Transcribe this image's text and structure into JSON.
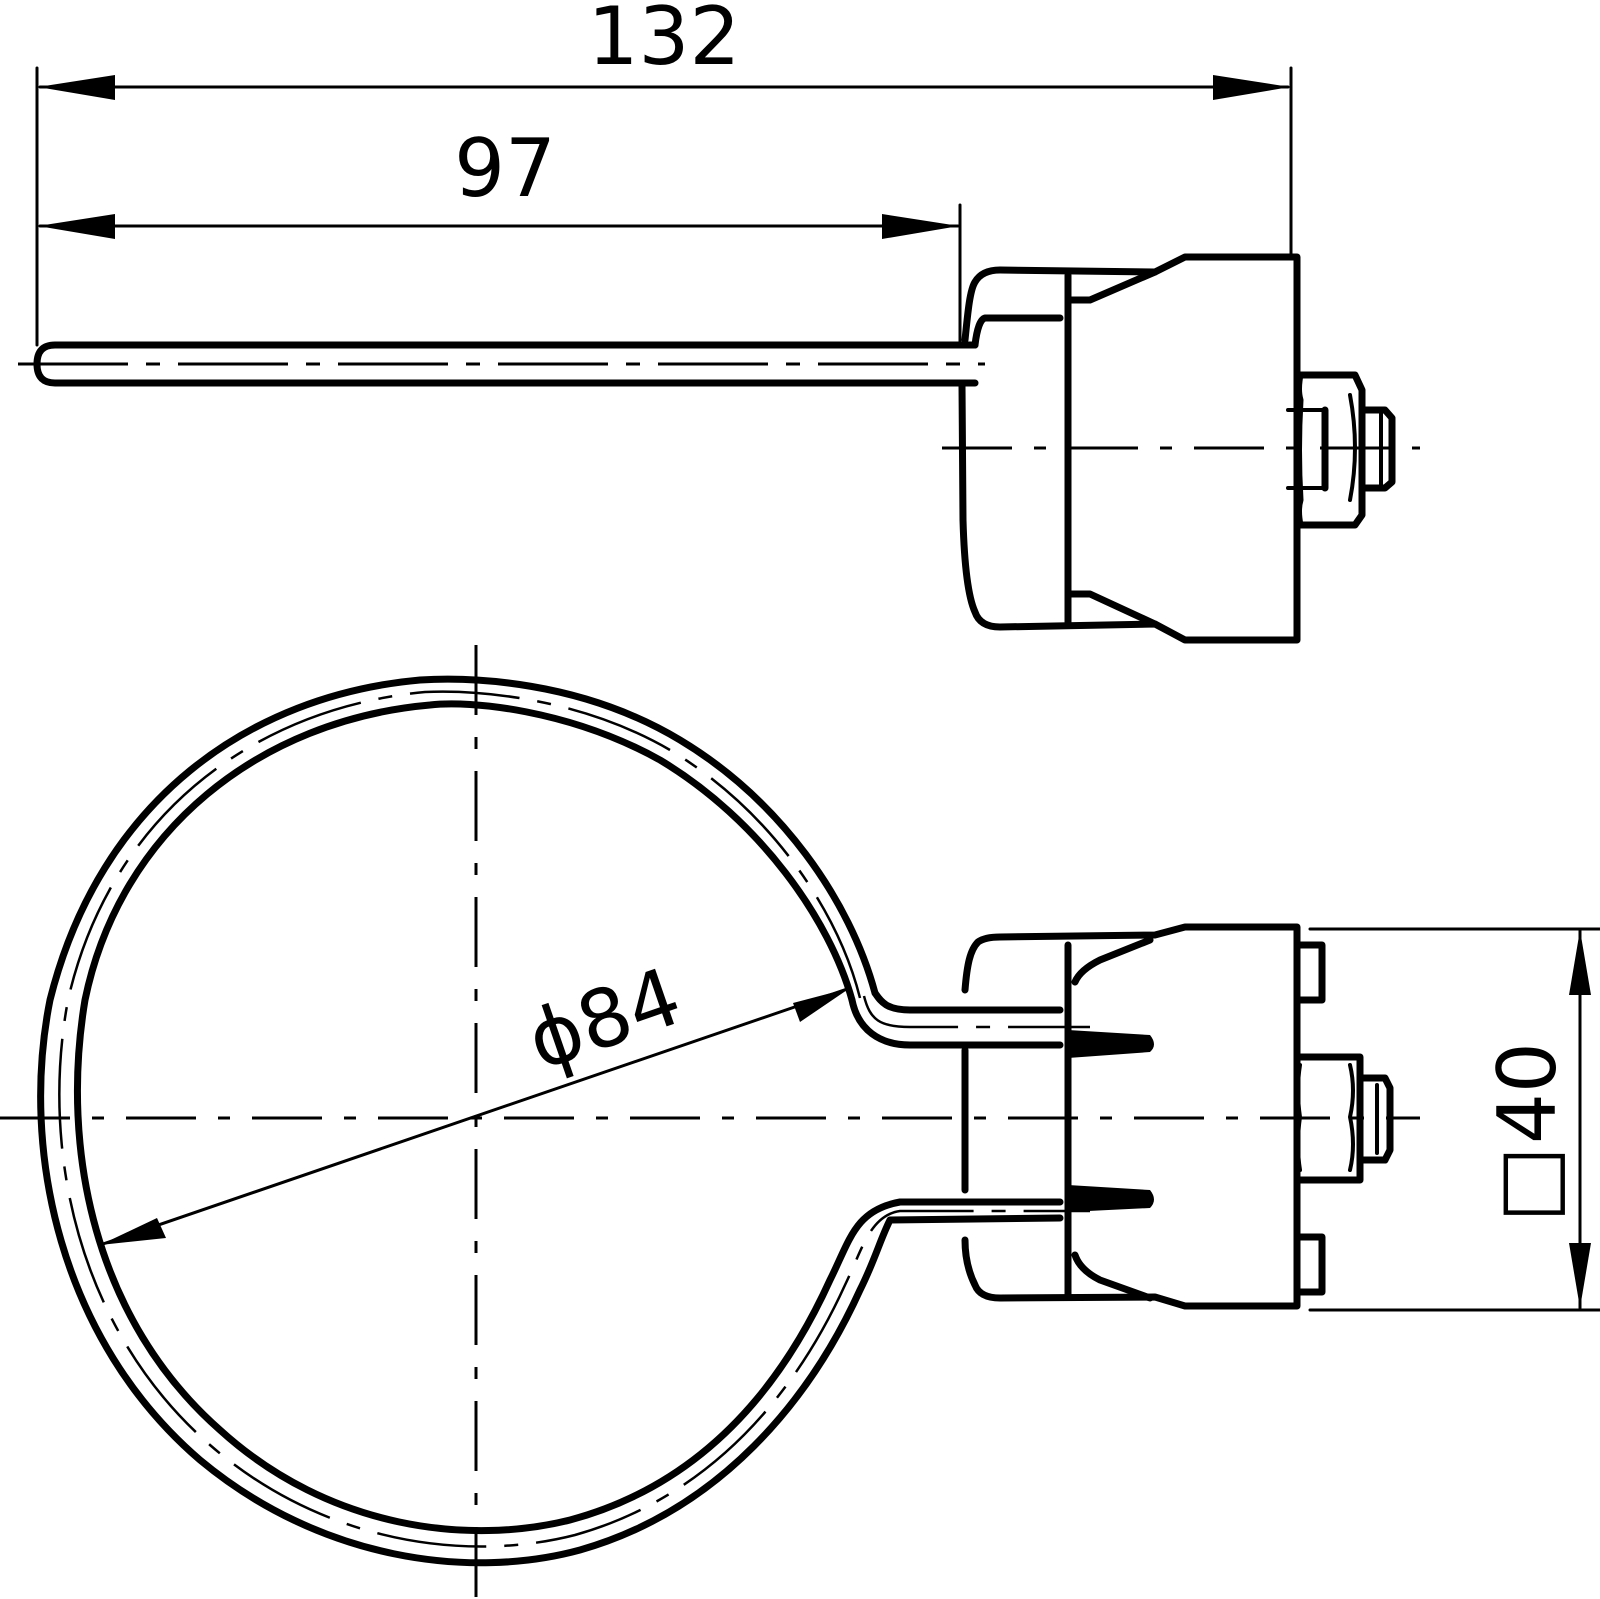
{
  "drawing": {
    "type": "technical-drawing",
    "subject": "pipe clamp with bolt - top view and front view",
    "line_color": "#000000",
    "background_color": "#ffffff"
  },
  "dimensions": {
    "overall_length": "132",
    "ring_to_clamp_length": "97",
    "ring_diameter": "ϕ84",
    "square_section": "40",
    "square_symbol": "□"
  },
  "views": [
    {
      "name": "top-view",
      "description": "rod extending into clamp block with nut and bolt"
    },
    {
      "name": "front-view",
      "description": "ring clamp with clamp block, nut and bolt"
    }
  ]
}
